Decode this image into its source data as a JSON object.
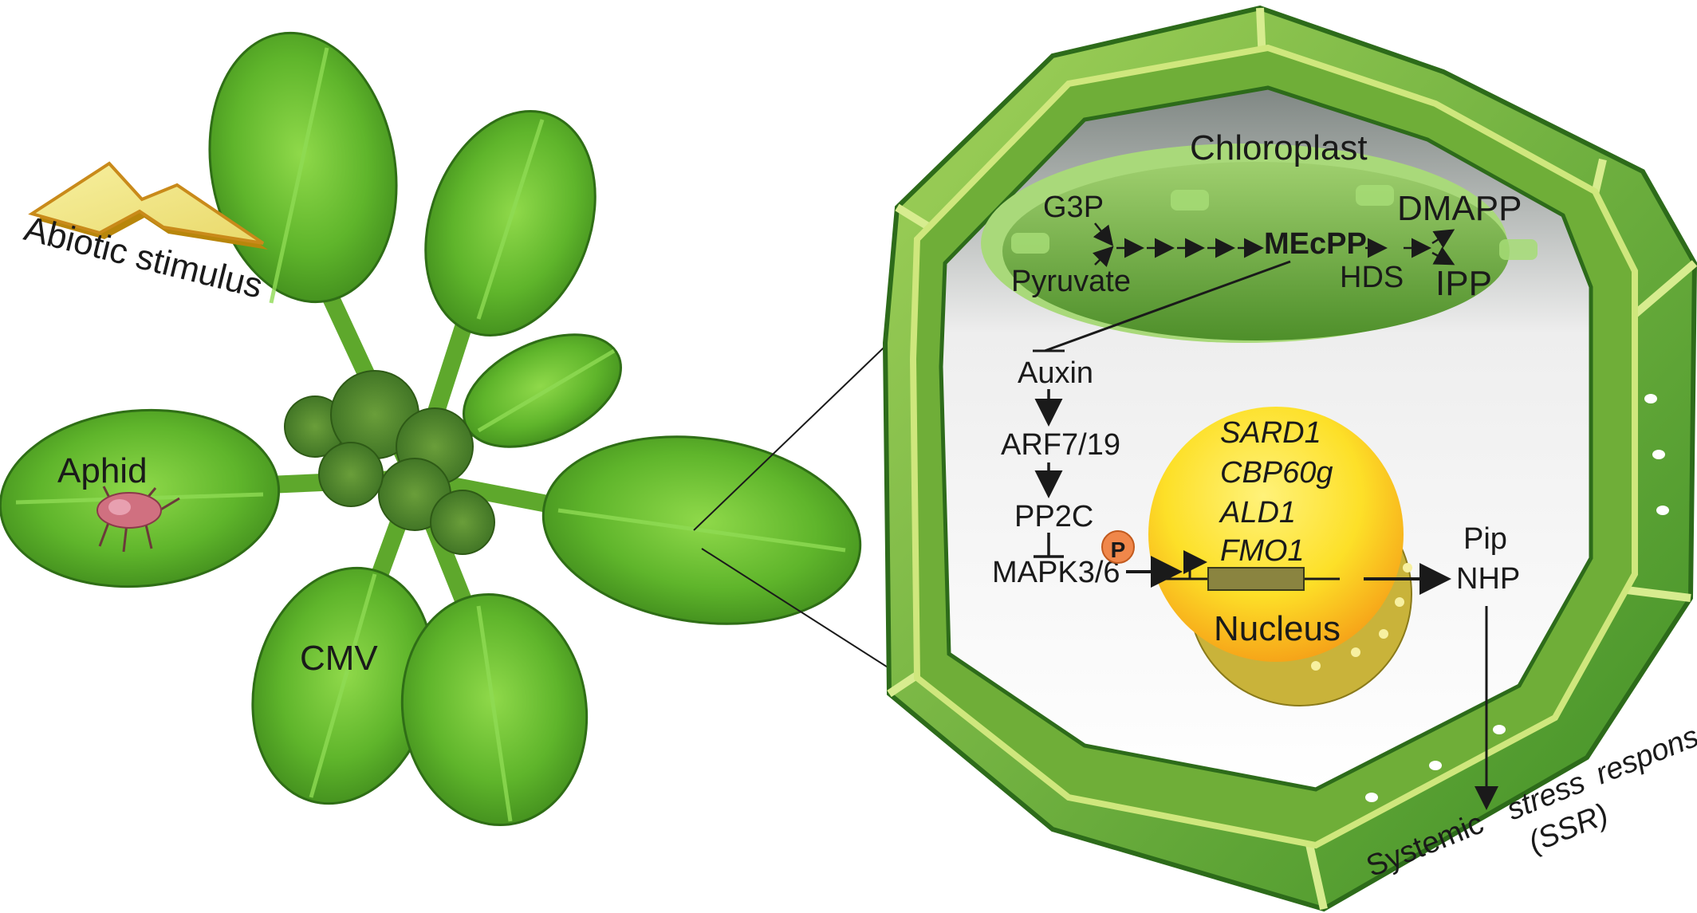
{
  "labels": {
    "abiotic": "Abiotic stimulus",
    "aphid": "Aphid",
    "cmv": "CMV"
  },
  "cell": {
    "chloroplast": {
      "title": "Chloroplast",
      "g3p": "G3P",
      "pyruvate": "Pyruvate",
      "mecpp": "MEcPP",
      "hds": "HDS",
      "dmapp": "DMAPP",
      "ipp": "IPP"
    },
    "cascade": {
      "auxin": "Auxin",
      "arf": "ARF7/19",
      "pp2c": "PP2C",
      "mapk": "MAPK3/6",
      "phospho": "P"
    },
    "nucleus": {
      "title": "Nucleus",
      "genes": [
        "SARD1",
        "CBP60g",
        "ALD1",
        "FMO1"
      ]
    },
    "outputs": {
      "pip": "Pip",
      "nhp": "NHP",
      "ssr_word1": "Systemic",
      "ssr_word2": "stress",
      "ssr_word3": "response",
      "ssr_abbrev": "(SSR)"
    }
  },
  "colors": {
    "leaf": "#5fb52b",
    "cell_wall": "#6fae38",
    "nucleus": "#fde028",
    "phospho_badge": "#f0874a"
  }
}
